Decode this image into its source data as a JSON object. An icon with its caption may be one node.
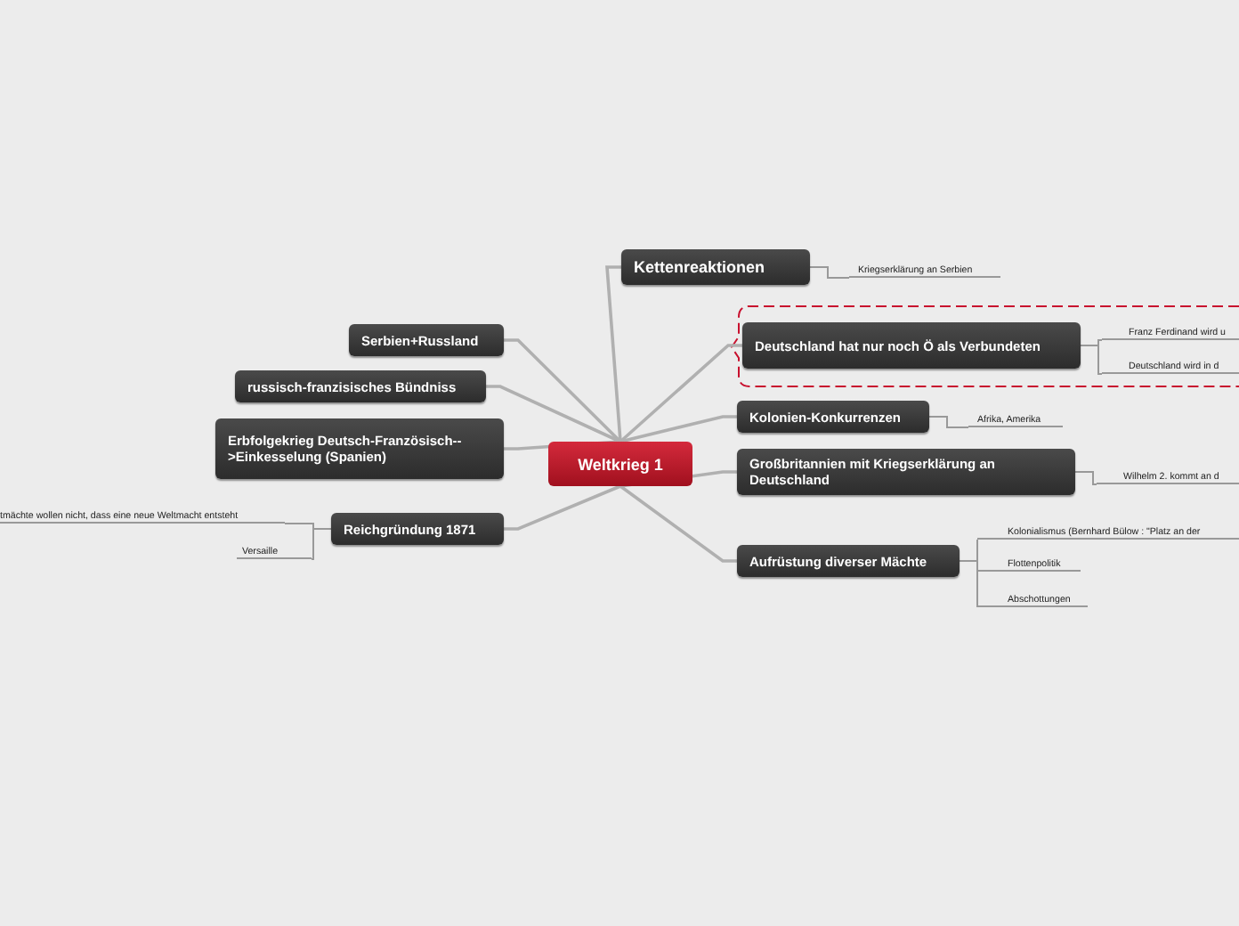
{
  "diagram": {
    "nodes": [
      {
        "text": [
          "Weltkrieg 1"
        ]
      },
      {
        "text": [
          "Serbien+Russland"
        ]
      },
      {
        "text": [
          "russisch-franzisisches Bündniss"
        ]
      },
      {
        "text": [
          "Erbfolgekrieg Deutsch-Französisch-->Einkesselung (Spanien)"
        ]
      },
      {
        "text": [
          "Reichgründung 1871"
        ]
      },
      {
        "text": [
          "tmächte wollen nicht, dass eine neue Weltmacht entsteht"
        ]
      },
      {
        "text": [
          "Versaille"
        ]
      },
      {
        "text": [
          "Kettenreaktionen"
        ]
      },
      {
        "text": [
          "Kriegserklärung an Serbien"
        ]
      },
      {
        "text": [
          "Deutschland hat nur noch Ö als Verbundeten"
        ]
      },
      {
        "text": [
          "Franz Ferdinand wird u"
        ]
      },
      {
        "text": [
          "Deutschland wird in d"
        ]
      },
      {
        "text": [
          "Kolonien-Konkurrenzen"
        ]
      },
      {
        "text": [
          "Afrika, Amerika"
        ]
      },
      {
        "text": [
          "Großbritannien mit Kriegserklärung an Deutschland"
        ]
      },
      {
        "text": [
          "Wilhelm 2. kommt an d"
        ]
      },
      {
        "text": [
          "Aufrüstung diverser Mächte"
        ]
      },
      {
        "text": [
          "Kolonialismus (Bernhard Bülow : \"Platz an der"
        ]
      },
      {
        "text": [
          "Flottenpolitik"
        ]
      },
      {
        "text": [
          "Abschottungen"
        ]
      }
    ],
    "edges": [
      {
        "from": 0,
        "to": 1,
        "arrow": "none"
      },
      {
        "from": 0,
        "to": 2,
        "arrow": "none"
      },
      {
        "from": 0,
        "to": 3,
        "arrow": "none"
      },
      {
        "from": 0,
        "to": 4,
        "arrow": "none"
      },
      {
        "from": 4,
        "to": 5,
        "arrow": "none"
      },
      {
        "from": 4,
        "to": 6,
        "arrow": "none"
      },
      {
        "from": 0,
        "to": 7,
        "arrow": "none"
      },
      {
        "from": 7,
        "to": 8,
        "arrow": "none"
      },
      {
        "from": 0,
        "to": 9,
        "arrow": "none"
      },
      {
        "from": 9,
        "to": 10,
        "arrow": "none"
      },
      {
        "from": 9,
        "to": 11,
        "arrow": "none"
      },
      {
        "from": 0,
        "to": 12,
        "arrow": "none"
      },
      {
        "from": 12,
        "to": 13,
        "arrow": "none"
      },
      {
        "from": 0,
        "to": 14,
        "arrow": "none"
      },
      {
        "from": 14,
        "to": 15,
        "arrow": "none"
      },
      {
        "from": 0,
        "to": 16,
        "arrow": "none"
      },
      {
        "from": 16,
        "to": 17,
        "arrow": "none"
      },
      {
        "from": 16,
        "to": 18,
        "arrow": "none"
      },
      {
        "from": 16,
        "to": 19,
        "arrow": "none"
      }
    ]
  }
}
